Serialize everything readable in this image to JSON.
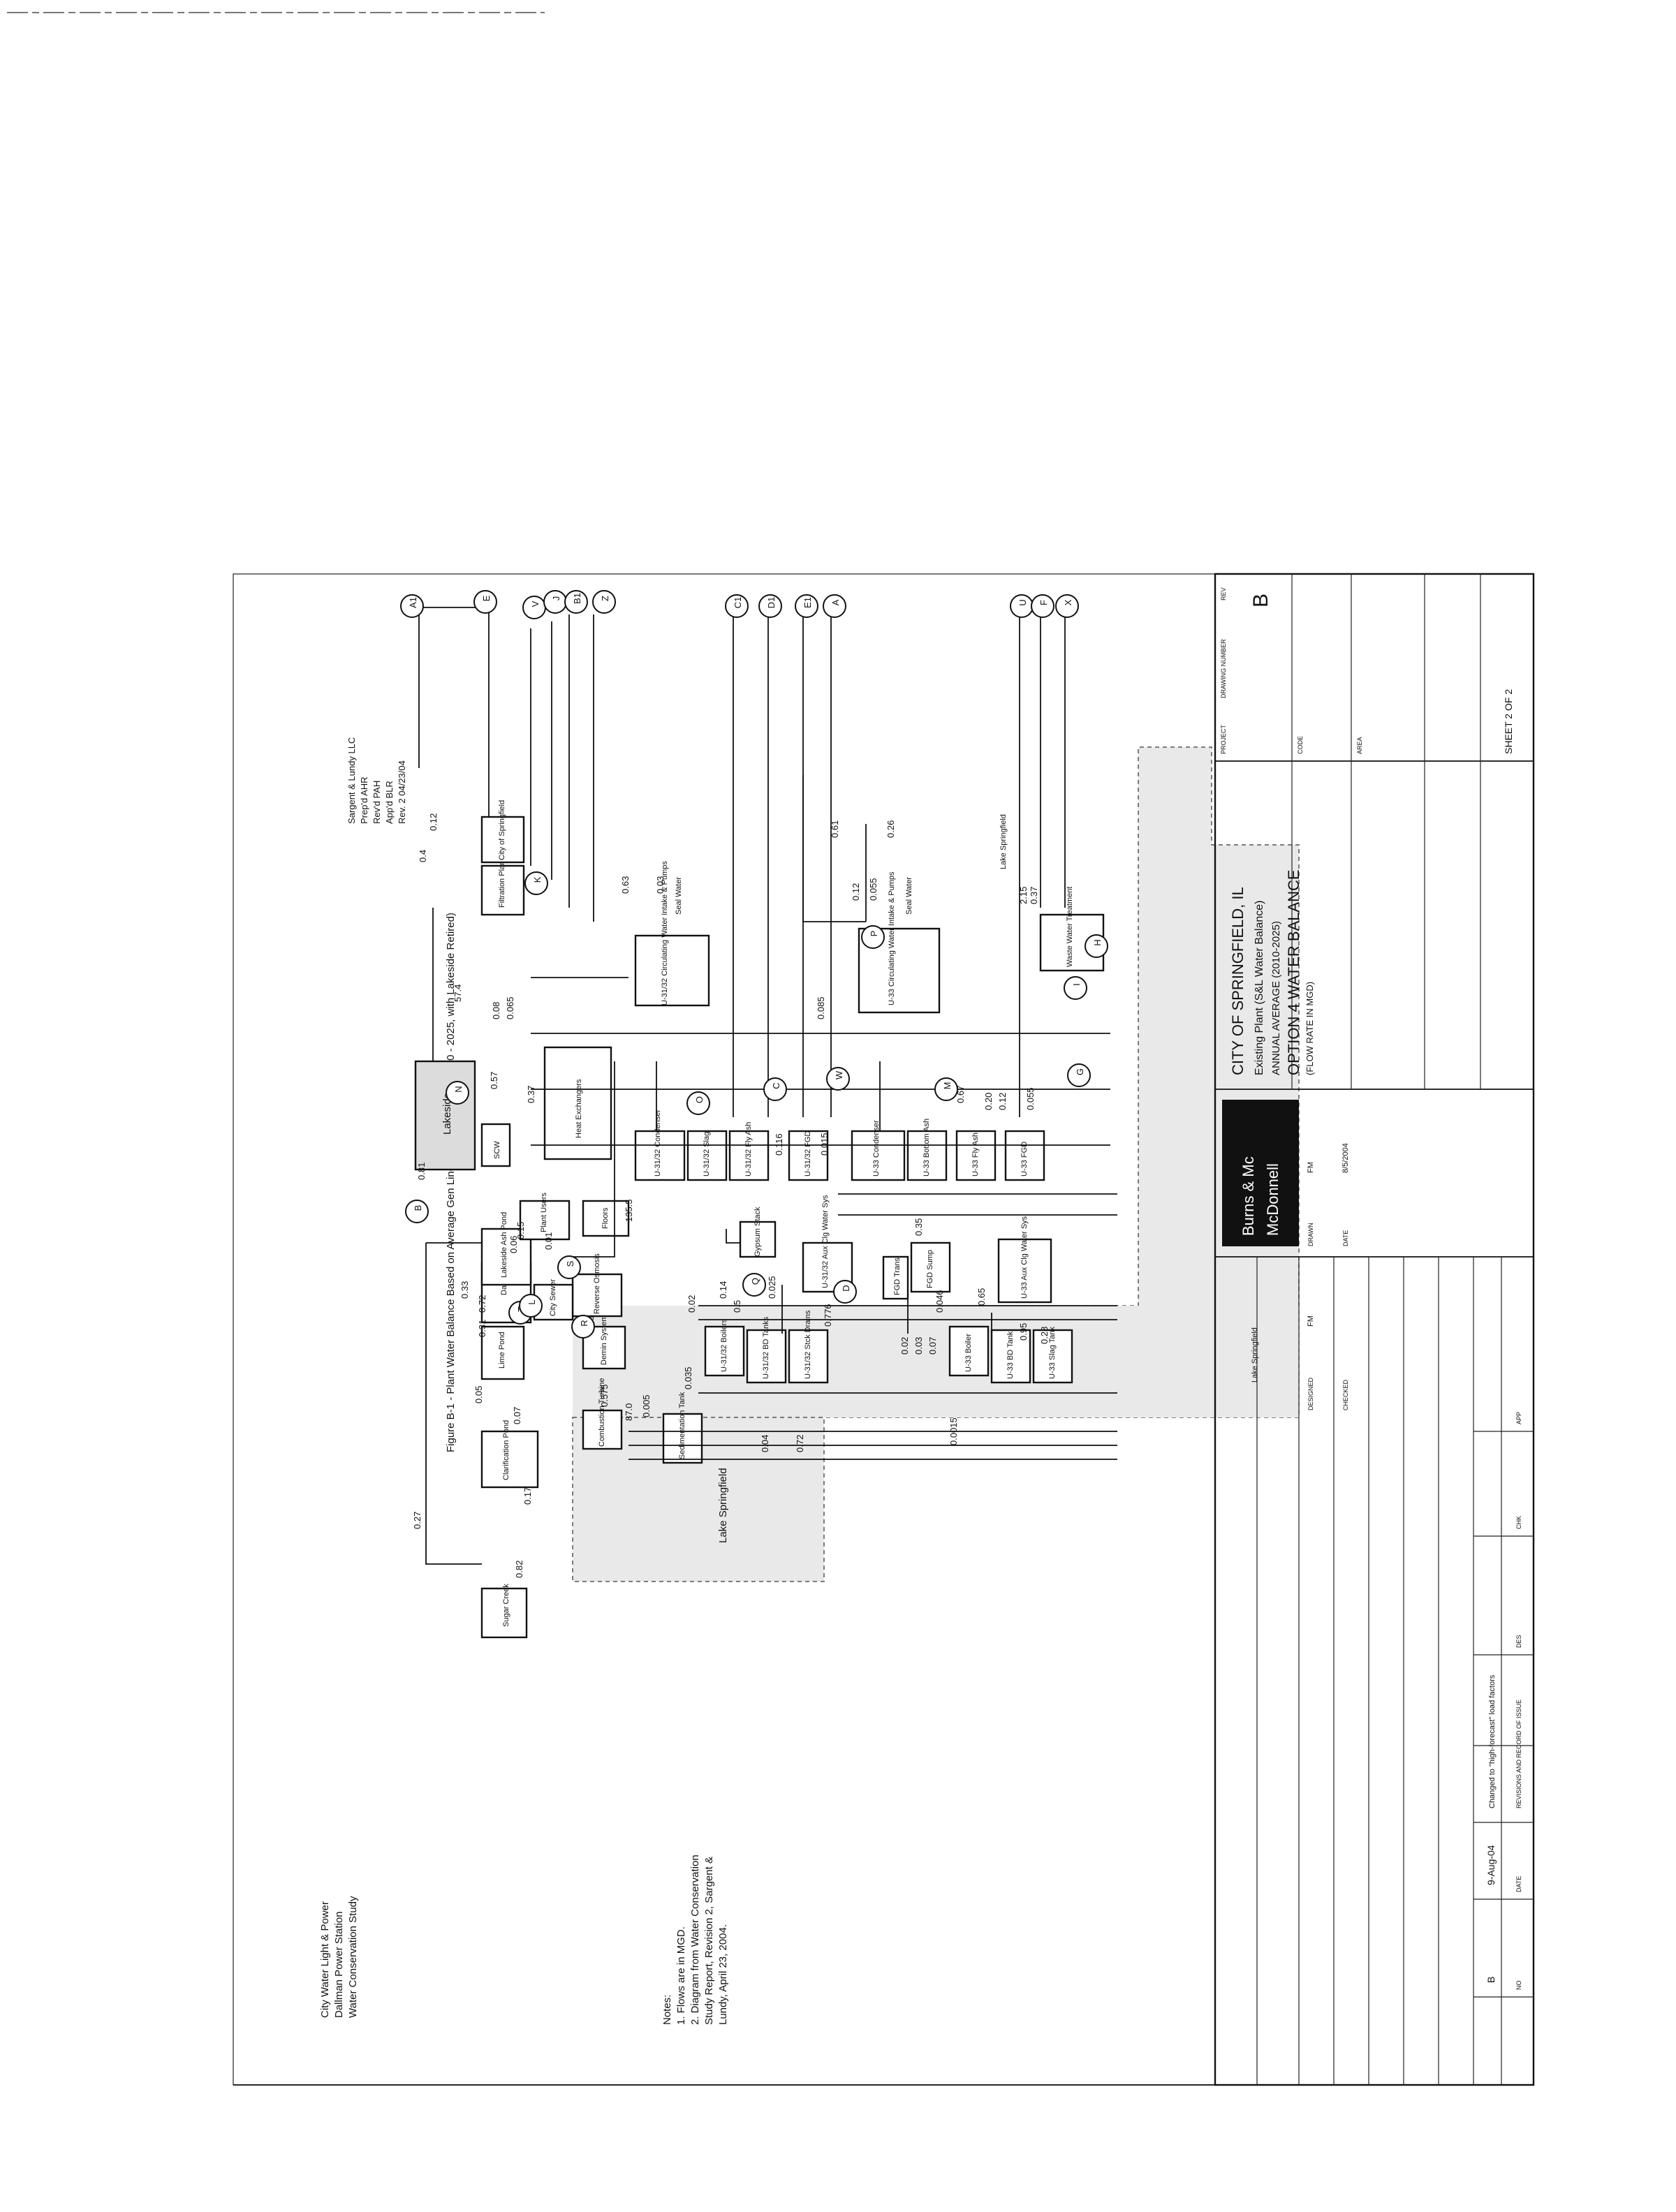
{
  "sheet": {
    "figure_title": "Figure B-1 - Plant Water Balance Based on Average Gen Line Utilization Factor (2010 - 2025, with Lakeside Retired)",
    "consultant": [
      "Sargent & Lundy LLC",
      "Prep'd AHR",
      "Rev'd PAH",
      "App'd BLR",
      "Rev. 2 04/23/04"
    ],
    "left_notes_client": [
      "City Water Light & Power",
      "Dallman Power Station",
      "Water Conservation Study"
    ],
    "notes": [
      "Notes:",
      "1. Flows are in MGD.",
      "2. Diagram from Water Conservation",
      "Study Report, Revision 2, Sargent &",
      "Lundy, April 23, 2004."
    ]
  },
  "title_block": {
    "client": "CITY OF SPRINGFIELD, IL",
    "line1": "Existing Plant (S&L Water Balance)",
    "line2": "ANNUAL AVERAGE (2010-2025)",
    "line3": "OPTION 4 WATER BALANCE",
    "line4": "(FLOW RATE IN MGD)",
    "firm_top": "Burns & Mc",
    "firm_mid": "McDonnell",
    "rev_label": "REV",
    "rev": "B",
    "sheet": "SHEET 2 OF 2",
    "project": "PROJECT",
    "drawing_number": "DRAWING NUMBER",
    "code": "CODE",
    "area": "AREA",
    "drawn": "DRAWN",
    "drawn_by": "FM",
    "date_lbl": "DATE",
    "date_val": "8/5/2004",
    "designed": "DESIGNED",
    "designed_by": "FM",
    "checked": "CHECKED",
    "revisions": {
      "no": "B",
      "date": "9-Aug-04",
      "description": "Changed to \"high-forecast\" load factors",
      "heading_no": "NO",
      "heading_date": "DATE",
      "heading_desc": "REVISIONS AND RECORD OF ISSUE",
      "des": "DES",
      "chk": "CHK",
      "app": "APP"
    }
  },
  "units": {
    "sugar_creek": "Sugar Creek",
    "clarification_pond": "Clarification Pond",
    "lime_pond": "Lime Pond",
    "dallman_ash_pond": "Dallman Ash Pond",
    "lakeside_ash_pond": "Lakeside Ash Pond",
    "lakeside": "Lakeside",
    "filtration_plant": "Filtration Plant",
    "city_of_springfield": "City of Springfield",
    "heat_exchangers": "Heat Exchangers",
    "scw": "SCW",
    "circ_31_32": "U-31/32 Circulating Water Intake & Pumps",
    "circ_33": "U-33 Circulating Water Intake & Pumps",
    "combustion_turbine": "Combustion Turbine",
    "demin_system": "Demin System",
    "reverse_osmosis": "Reverse Osmosis",
    "floors": "Floors",
    "plant_users": "Plant Users",
    "city_sewer": "City Sewer",
    "sedimentation_tank": "Sedimentation Tank",
    "boilers_31_32": "U-31/32 Boilers",
    "bd_tanks_31_32": "U-31/32 BD Tanks",
    "stack_drains_31_32": "U-31/32 Stck Drains",
    "aux_clg_31_32": "U-31/32 Aux Clg Water Sys",
    "condenser_31_32": "U-31/32 Condenser",
    "slag_31_32": "U-31/32 Slag",
    "fly_ash_31_32": "U-31/32 Fly Ash",
    "fgd_31_32": "U-31/32 FGD",
    "gypsum_stack": "Gypsum Stack",
    "boiler_33": "U-33 Boiler",
    "bd_tank_33": "U-33 BD Tank",
    "slag_tank_33": "U-33 Slag Tank",
    "aux_clg_33": "U-33 Aux Clg Water Sys",
    "condenser_33": "U-33 Condenser",
    "bottom_ash_33": "U-33 Bottom Ash",
    "fly_ash_33": "U-33 Fly Ash",
    "fgd_33": "U-33 FGD",
    "fgd_trans": "FGD Trans",
    "fgd_sump": "FGD Sump",
    "waste_water": "Waste Water Treatment",
    "lake_springfield": "Lake Springfield",
    "seal_water": "Seal Water"
  },
  "flows": [
    "0.27",
    "0.82",
    "0.17",
    "0.07",
    "0.31",
    "0.72",
    "0.33",
    "0.06",
    "0.15",
    "0.01",
    "0.81",
    "57.4",
    "0.57",
    "0.37",
    "0.08",
    "0.065",
    "0.4",
    "0.12",
    "0.63",
    "0.03",
    "0.12",
    "0.055",
    "0.085",
    "0.05",
    "0.02",
    "0.14",
    "0.5",
    "0.025",
    "0.116",
    "0.015",
    "0.67",
    "0.20",
    "0.12",
    "0.055",
    "0.65",
    "0.02",
    "0.03",
    "0.07",
    "0.046",
    "0.95",
    "0.28",
    "0.35",
    "0.04",
    "0.72",
    "0.005",
    "0.0015",
    "2.15",
    "0.37",
    "0.26",
    "0.61",
    "0.575",
    "0.03",
    "87.0",
    "135.5",
    "0.035",
    "0.776"
  ],
  "connectors": [
    "A1",
    "E",
    "V",
    "J",
    "B1",
    "Z",
    "C1",
    "D1",
    "E1",
    "A",
    "U",
    "F",
    "X",
    "S",
    "R",
    "T",
    "L",
    "K",
    "N",
    "O",
    "M",
    "P",
    "W",
    "C",
    "D",
    "Q",
    "G",
    "H",
    "I",
    "B"
  ]
}
